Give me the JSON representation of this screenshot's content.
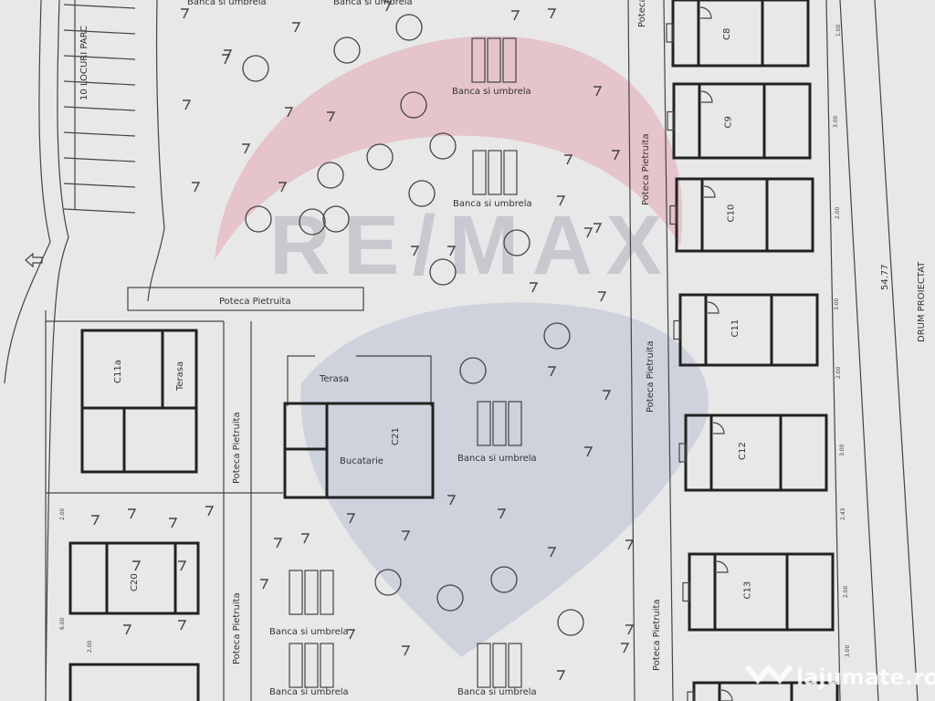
{
  "plan": {
    "parking_label": "10 LOCURI PARC",
    "bench_label": "Banca si umbrela",
    "path_label": "Poteca Pietruita",
    "road_label": "DRUM PROIECTAT",
    "road_length": "54.77",
    "buildings": {
      "c11a": {
        "name": "C11a",
        "terrace": "Terasa"
      },
      "c21": {
        "name": "C21",
        "terrace": "Terasa",
        "room": "Bucatarie"
      },
      "c20": {
        "name": "C20"
      },
      "c8": {
        "name": "C8"
      },
      "c9": {
        "name": "C9"
      },
      "c10": {
        "name": "C10"
      },
      "c11": {
        "name": "C11"
      },
      "c12": {
        "name": "C12"
      },
      "c13": {
        "name": "C13"
      }
    },
    "dimensions": [
      "3.00",
      "2.00",
      "2.43",
      "3.00",
      "2.00",
      "3.00",
      "2.00",
      "3.00",
      "1.00",
      "2.00",
      "6.00",
      "2.00"
    ]
  },
  "watermarks": {
    "brand": "RE/MAX",
    "site": "lajumate.ro"
  },
  "colors": {
    "paper": "#e9e8e9",
    "balloon_red": "#e3b9bf",
    "balloon_blue": "#c5ccd8",
    "watermark_gray": "#b9bcc4",
    "ink": "#222222"
  }
}
